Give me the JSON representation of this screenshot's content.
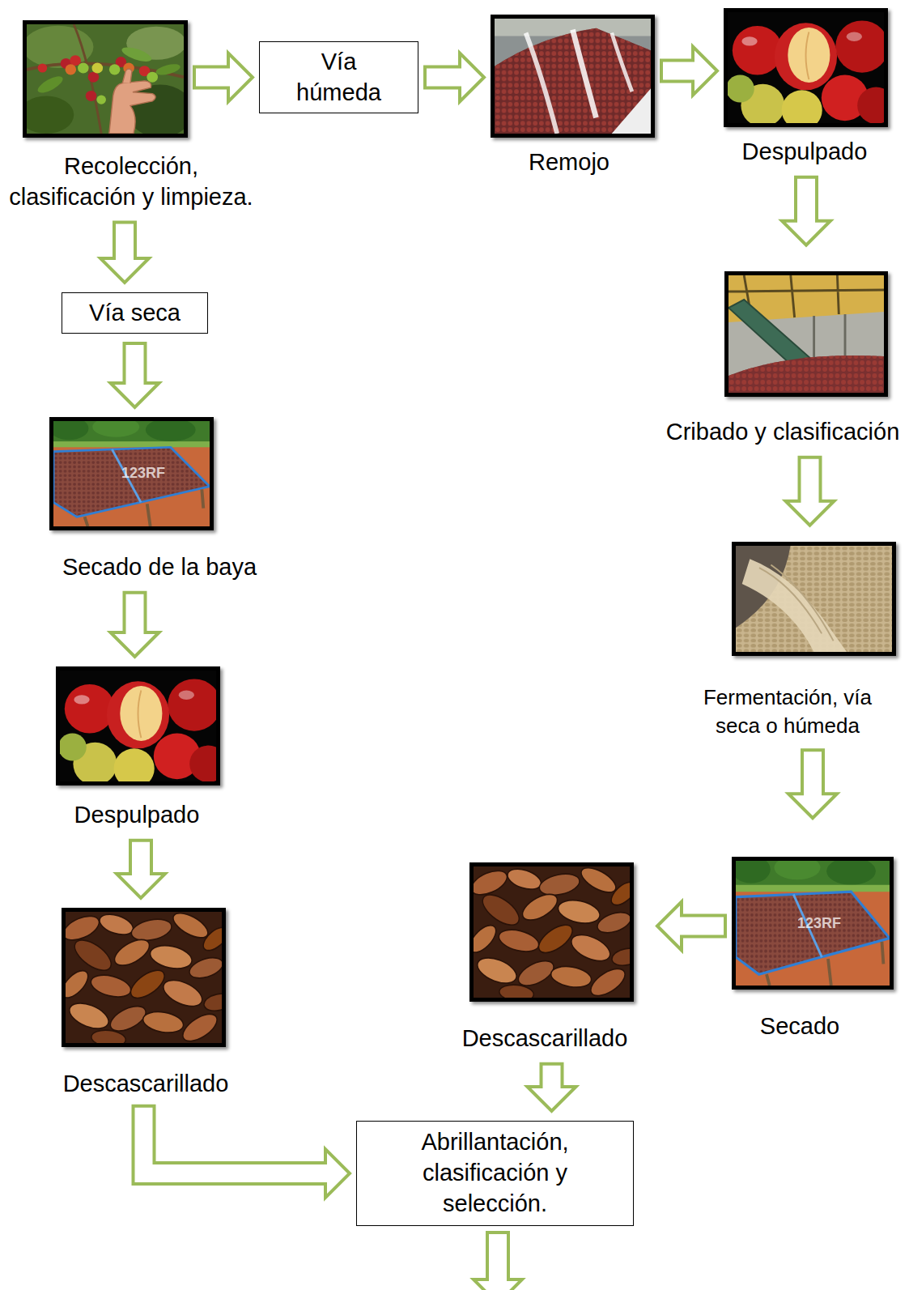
{
  "diagram": {
    "nodes": [
      {
        "text": [
          "Recolección, clasificación y limpieza."
        ]
      },
      {
        "text": [
          "Vía húmeda"
        ]
      },
      {
        "text": [
          "Remojo"
        ]
      },
      {
        "text": [
          "Despulpado"
        ]
      },
      {
        "text": [
          "Vía seca"
        ]
      },
      {
        "text": [
          "Cribado y clasificación"
        ]
      },
      {
        "text": [
          "Secado de la baya"
        ]
      },
      {
        "text": [
          "Fermentación, vía seca o húmeda"
        ]
      },
      {
        "text": [
          "Despulpado"
        ]
      },
      {
        "text": [
          "Descascarillado"
        ]
      },
      {
        "text": [
          "Secado"
        ]
      },
      {
        "text": [
          "Descascarillado"
        ]
      },
      {
        "text": [
          "Abrillantación, clasificación y selección."
        ]
      }
    ],
    "edges": [
      {
        "from": 0,
        "to": 1,
        "arrow": "to"
      },
      {
        "from": 1,
        "to": 2,
        "arrow": "to"
      },
      {
        "from": 2,
        "to": 3,
        "arrow": "to"
      },
      {
        "from": 3,
        "to": 5,
        "arrow": "to"
      },
      {
        "from": 5,
        "to": 7,
        "arrow": "to"
      },
      {
        "from": 7,
        "to": 10,
        "arrow": "to"
      },
      {
        "from": 10,
        "to": 9,
        "arrow": "to"
      },
      {
        "from": 9,
        "to": 12,
        "arrow": "to"
      },
      {
        "from": 0,
        "to": 4,
        "arrow": "to"
      },
      {
        "from": 4,
        "to": 6,
        "arrow": "to"
      },
      {
        "from": 6,
        "to": 8,
        "arrow": "to"
      },
      {
        "from": 8,
        "to": 11,
        "arrow": "to"
      },
      {
        "from": 11,
        "to": 12,
        "arrow": "to"
      }
    ],
    "labels": [
      "123RF",
      "123RF"
    ]
  }
}
